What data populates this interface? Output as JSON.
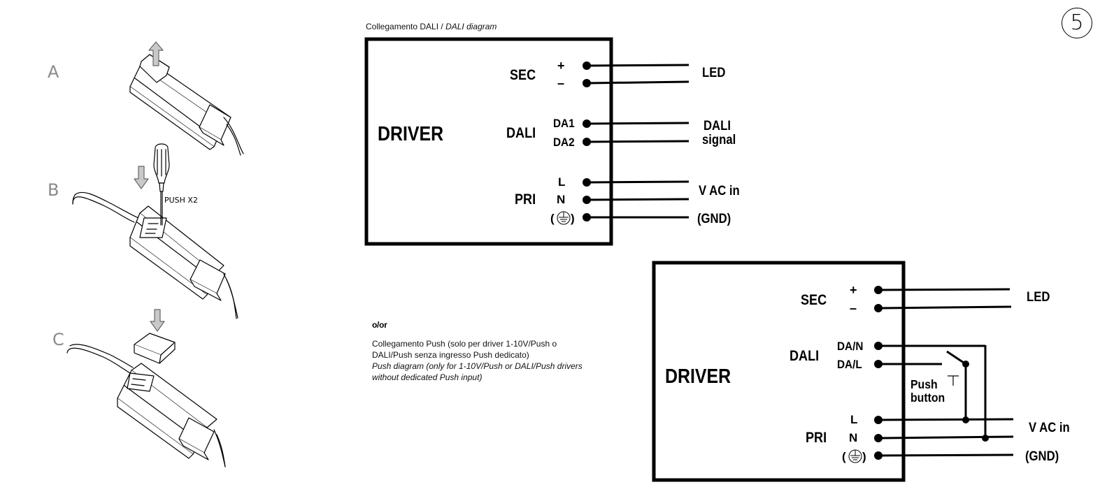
{
  "page": {
    "number": "5"
  },
  "steps": {
    "a": "A",
    "b": "B",
    "c": "C",
    "push_x2": "PUSH X2"
  },
  "dali_section": {
    "caption_it": "Collegamento DALI / ",
    "caption_en": "DALI diagram",
    "driver": "DRIVER",
    "groups": {
      "sec": "SEC",
      "dali": "DALI",
      "pri": "PRI"
    },
    "terminals": {
      "plus": "+",
      "minus": "–",
      "da1": "DA1",
      "da2": "DA2",
      "l": "L",
      "n": "N",
      "gnd_left": "(",
      "gnd_right": ")"
    },
    "outputs": {
      "led": "LED",
      "dali1": "DALI",
      "dali2": "signal",
      "vac": "V AC in",
      "gnd": "(GND)"
    }
  },
  "or_label": "o/or",
  "push_caption": {
    "it_line1": "Collegamento Push (solo per driver 1-10V/Push o",
    "it_line2": "DALI/Push senza ingresso Push dedicato)",
    "en_line1": "Push diagram (only for 1-10V/Push or DALI/Push drivers",
    "en_line2": "without dedicated Push input)"
  },
  "push_section": {
    "driver": "DRIVER",
    "groups": {
      "sec": "SEC",
      "dali": "DALI",
      "pri": "PRI"
    },
    "terminals": {
      "plus": "+",
      "minus": "–",
      "dan": "DA/N",
      "dal": "DA/L",
      "l": "L",
      "n": "N",
      "gnd_left": "(",
      "gnd_right": ")"
    },
    "push1": "Push",
    "push2": "button",
    "outputs": {
      "led": "LED",
      "vac": "V AC in",
      "gnd": "(GND)"
    }
  }
}
